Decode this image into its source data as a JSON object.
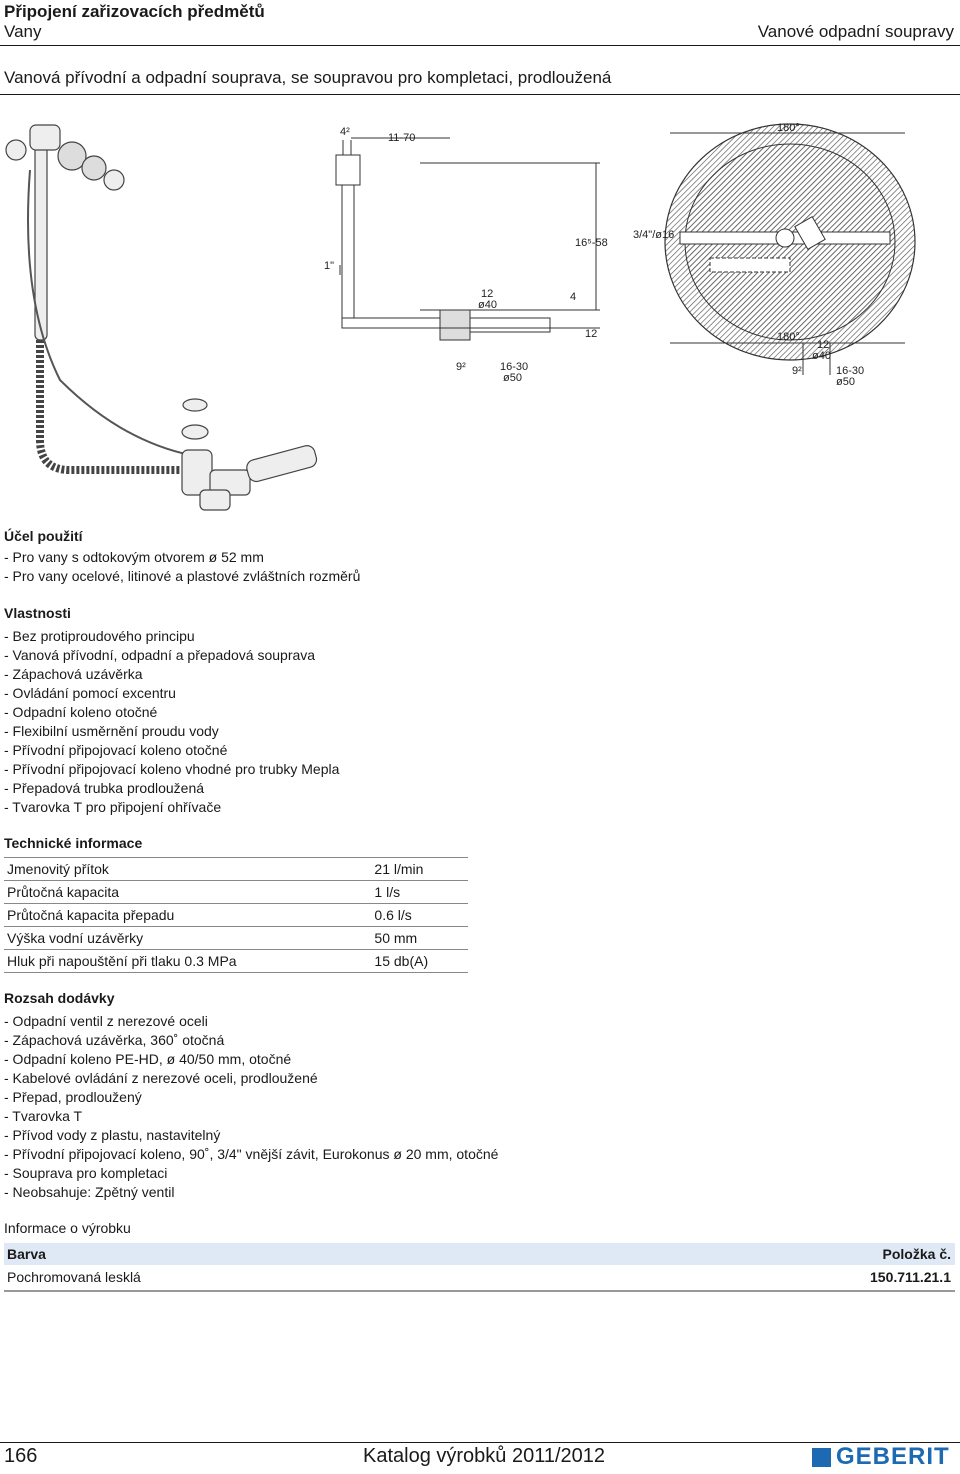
{
  "header": {
    "section_title": "Připojení zařizovacích předmětů",
    "category": "Vany",
    "subcategory": "Vanové odpadní soupravy"
  },
  "product_title": "Vanová přívodní a odpadní souprava, se soupravou pro kompletaci, prodloužená",
  "drawing": {
    "side_dims": [
      "4²",
      "11-70",
      "16⁵-58",
      "1\"",
      "12",
      "ø40",
      "4",
      "12",
      "9²",
      "16-30",
      "ø50"
    ],
    "top_dims": [
      "180°",
      "3/4\"/ø16",
      "180°",
      "12",
      "ø40",
      "9²",
      "16-30",
      "ø50"
    ]
  },
  "usage": {
    "title": "Účel použití",
    "items": [
      "- Pro vany s odtokovým otvorem ø 52 mm",
      "- Pro vany ocelové, litinové a plastové zvláštních rozměrů"
    ]
  },
  "properties": {
    "title": "Vlastnosti",
    "items": [
      "- Bez protiproudového principu",
      "- Vanová přívodní, odpadní a přepadová souprava",
      "- Zápachová uzávěrka",
      "- Ovládání pomocí excentru",
      "- Odpadní koleno otočné",
      "- Flexibilní usměrnění proudu vody",
      "- Přívodní připojovací koleno otočné",
      "- Přívodní připojovací koleno vhodné pro trubky Mepla",
      "- Přepadová trubka prodloužená",
      "- Tvarovka T pro připojení ohřívače"
    ]
  },
  "technical": {
    "title": "Technické informace",
    "rows": [
      {
        "label": "Jmenovitý přítok",
        "value": "21 l/min"
      },
      {
        "label": "Průtočná kapacita",
        "value": "1 l/s"
      },
      {
        "label": "Průtočná kapacita přepadu",
        "value": "0.6 l/s"
      },
      {
        "label": "Výška vodní uzávěrky",
        "value": "50 mm"
      },
      {
        "label": "Hluk při napouštění při tlaku 0.3 MPa",
        "value": "15 db(A)"
      }
    ]
  },
  "delivery": {
    "title": "Rozsah dodávky",
    "items": [
      "- Odpadní ventil z nerezové oceli",
      "- Zápachová uzávěrka, 360˚ otočná",
      "- Odpadní koleno PE-HD, ø 40/50 mm, otočné",
      "- Kabelové ovládání z nerezové oceli, prodloužené",
      "- Přepad, prodloužený",
      "- Tvarovka T",
      "- Přívod vody z plastu, nastavitelný",
      "- Přívodní připojovací koleno, 90˚, 3/4\" vnější závit, Eurokonus ø 20 mm, otočné",
      "- Souprava pro kompletaci",
      "- Neobsahuje: Zpětný ventil"
    ]
  },
  "product_info": {
    "title": "Informace o výrobku",
    "col_color": "Barva",
    "col_item": "Položka č.",
    "row_color": "Pochromovaná lesklá",
    "row_item": "150.711.21.1"
  },
  "footer": {
    "page": "166",
    "catalog": "Katalog výrobků 2011/2012",
    "brand": "GEBERIT",
    "brand_color": "#1d6ab3"
  }
}
